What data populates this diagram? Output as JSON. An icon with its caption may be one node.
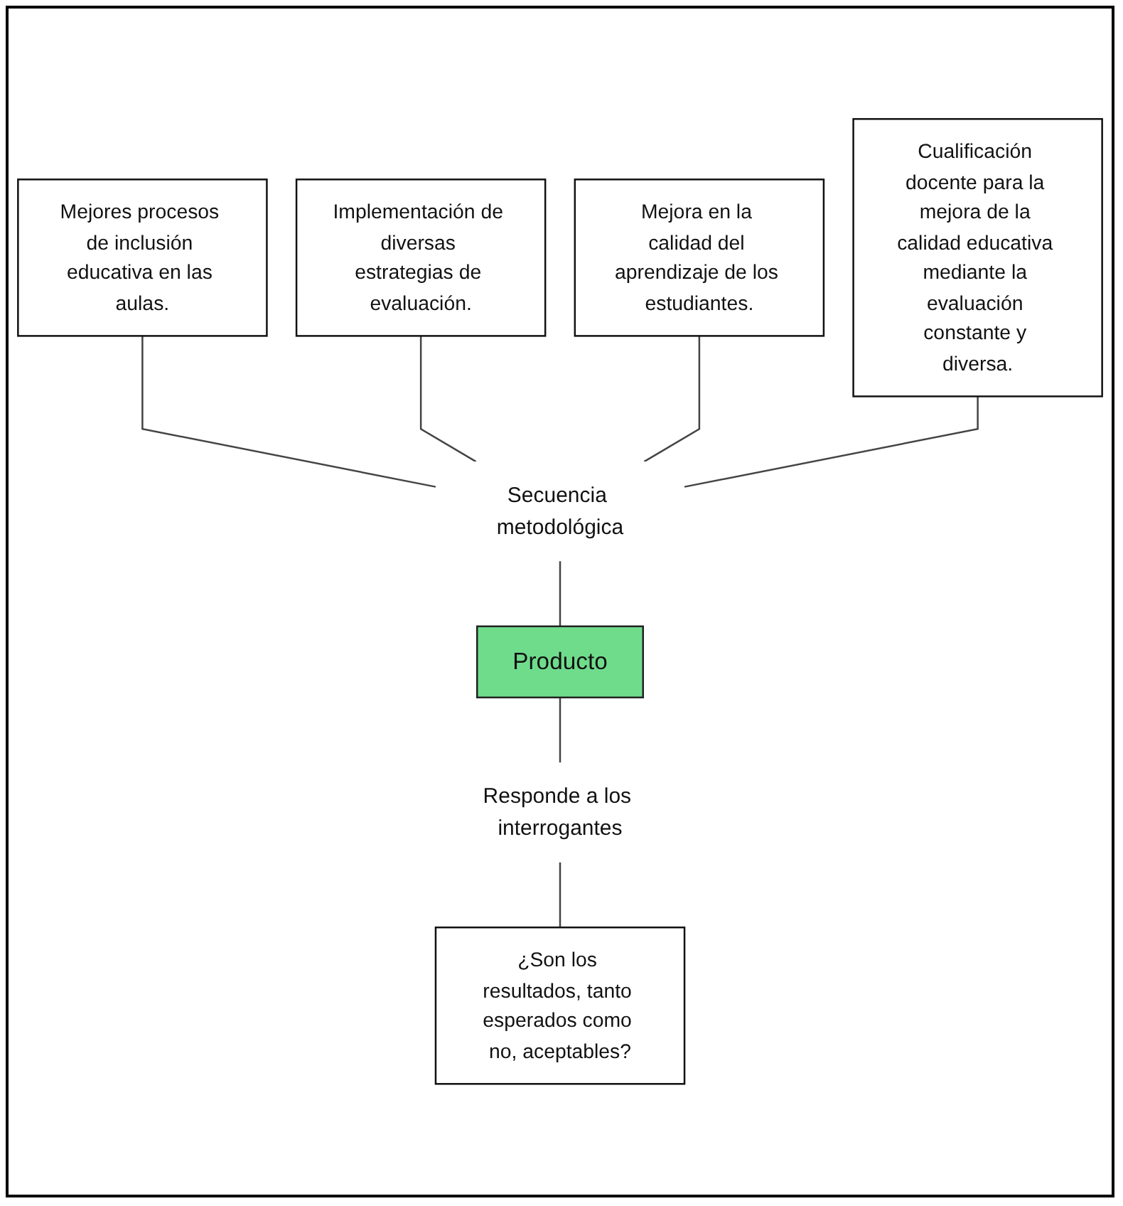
{
  "diagram": {
    "nodes": [
      {
        "text": [
          "Mejores procesos de inclusión educativa en las aulas."
        ]
      },
      {
        "text": [
          "Implementación de diversas estrategias de evaluación."
        ]
      },
      {
        "text": [
          "Mejora en la calidad del aprendizaje de los estudiantes."
        ]
      },
      {
        "text": [
          "Cualificación docente para la mejora de la calidad educativa mediante la evaluación constante y diversa."
        ]
      },
      {
        "text": [
          "Secuencia metodológica"
        ]
      },
      {
        "text": [
          "Producto"
        ]
      },
      {
        "text": [
          "Responde a los interrogantes"
        ]
      },
      {
        "text": [
          "¿Son los resultados, tanto esperados como no, aceptables?"
        ]
      }
    ],
    "edges": [
      {
        "from": 0,
        "to": 4,
        "arrow": "none"
      },
      {
        "from": 1,
        "to": 4,
        "arrow": "none"
      },
      {
        "from": 2,
        "to": 4,
        "arrow": "none"
      },
      {
        "from": 3,
        "to": 4,
        "arrow": "none"
      },
      {
        "from": 4,
        "to": 5,
        "arrow": "none"
      },
      {
        "from": 5,
        "to": 6,
        "arrow": "none"
      },
      {
        "from": 6,
        "to": 7,
        "arrow": "none"
      }
    ]
  }
}
